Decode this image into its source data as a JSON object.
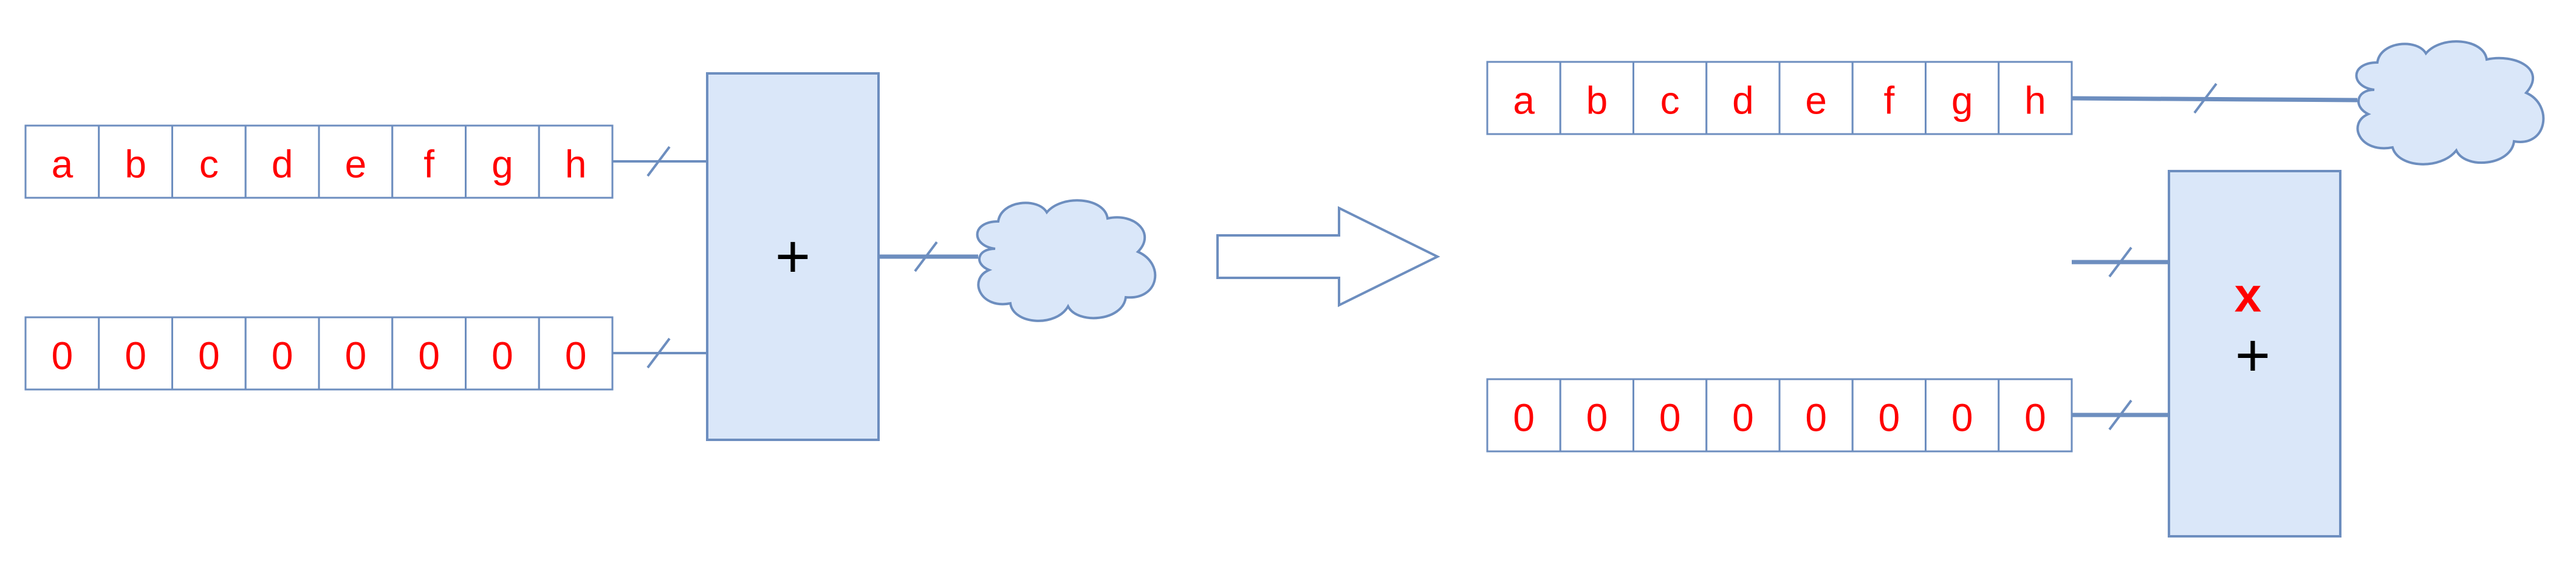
{
  "left": {
    "register_top": [
      "a",
      "b",
      "c",
      "d",
      "e",
      "f",
      "g",
      "h"
    ],
    "register_bottom": [
      "0",
      "0",
      "0",
      "0",
      "0",
      "0",
      "0",
      "0"
    ],
    "operator": "+"
  },
  "right": {
    "register_top": [
      "a",
      "b",
      "c",
      "d",
      "e",
      "f",
      "g",
      "h"
    ],
    "register_bottom": [
      "0",
      "0",
      "0",
      "0",
      "0",
      "0",
      "0",
      "0"
    ],
    "operator_top": "x",
    "operator_bottom": "+"
  },
  "colors": {
    "stroke": "#6d8ebf",
    "fill": "#dae7f9",
    "text": "#ff0000"
  }
}
